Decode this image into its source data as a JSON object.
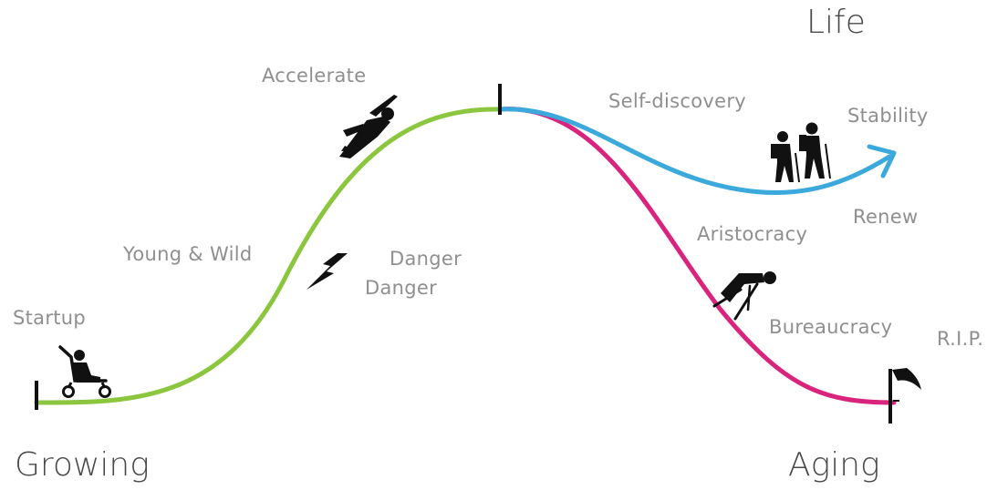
{
  "headings": {
    "life": "Life",
    "growing": "Growing",
    "aging": "Aging"
  },
  "stages": {
    "startup": "Startup",
    "young_wild": "Young & Wild",
    "accelerate": "Accelerate",
    "danger_1": "Danger",
    "danger_2": "Danger",
    "self_discovery": "Self-discovery",
    "stability": "Stability",
    "renew": "Renew",
    "aristocracy": "Aristocracy",
    "bureaucracy": "Bureaucracy",
    "rip": "R.I.P."
  },
  "colors": {
    "growth_curve": "#8cc63f",
    "renew_curve": "#3ba9dc",
    "decline_curve": "#d9247d",
    "icon": "#111111"
  },
  "icons": [
    "stroller-icon",
    "superhero-flying-icon",
    "lightning-icon",
    "hikers-icon",
    "skier-falling-icon",
    "grave-flag-icon"
  ]
}
